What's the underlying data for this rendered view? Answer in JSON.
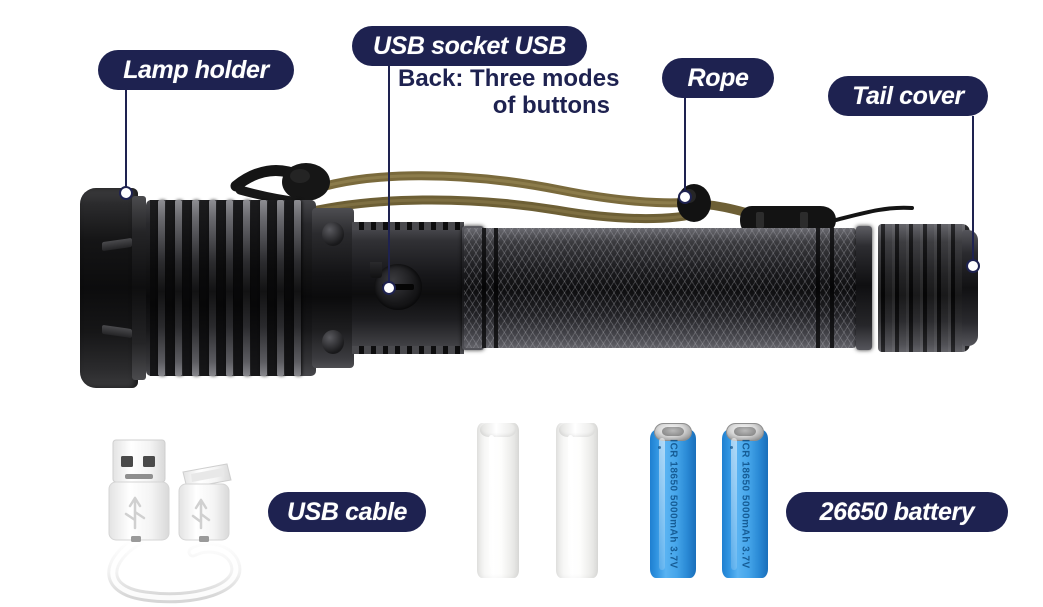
{
  "page": {
    "title": "Flashlight product parts infographic",
    "background_color": "#ffffff",
    "accent_color": "#1e2250"
  },
  "callouts": [
    {
      "id": "lamp-holder",
      "label": "Lamp holder",
      "note": null
    },
    {
      "id": "usb-socket",
      "label": "USB socket USB",
      "note_line_1": "Back: Three modes",
      "note_line_2": "of buttons"
    },
    {
      "id": "rope",
      "label": "Rope",
      "note": null
    },
    {
      "id": "tail-cover",
      "label": "Tail cover",
      "note": null
    },
    {
      "id": "usb-cable",
      "label": "USB cable",
      "note": null
    },
    {
      "id": "battery",
      "label": "26650 battery",
      "note": null
    }
  ],
  "battery": {
    "text": "ICR 18650 5000mAh 3.7V",
    "count": 2,
    "body_color": "#3a9ce6"
  },
  "sleeves": {
    "count": 2,
    "color": "#f6f6f5"
  },
  "cable": {
    "type": "USB-A to micro-USB",
    "color": "#ffffff"
  },
  "rope": {
    "color": "#7a6a3c",
    "hardware_color": "#1a1a1a"
  },
  "flashlight": {
    "body_color": "#1a1a1d",
    "fin_count": 8
  }
}
